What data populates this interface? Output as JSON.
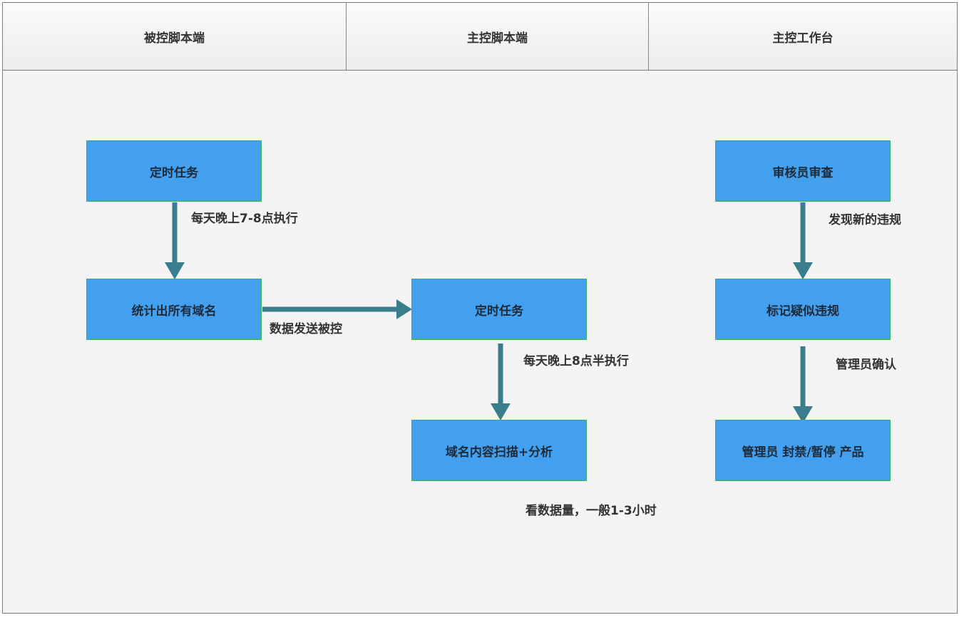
{
  "lanes": [
    "被控脚本端",
    "主控脚本端",
    "主控工作台"
  ],
  "nodes": {
    "timer1": "定时任务",
    "count_domains": "统计出所有域名",
    "timer2": "定时任务",
    "scan": "域名内容扫描+分析",
    "review": "审核员审查",
    "mark": "标记疑似违规",
    "ban": "管理员 封禁/暂停 产品"
  },
  "edge_labels": {
    "daily_7_8": "每天晚上7-8点执行",
    "send_data": "数据发送被控",
    "daily_830": "每天晚上8点半执行",
    "duration": "看数据量，一般1-3小时",
    "found_new": "发现新的违规",
    "admin_confirm": "管理员确认"
  },
  "colors": {
    "node_fill": "#43a0ef",
    "node_border": "#2fb45a",
    "arrow": "#3a7d8c"
  }
}
